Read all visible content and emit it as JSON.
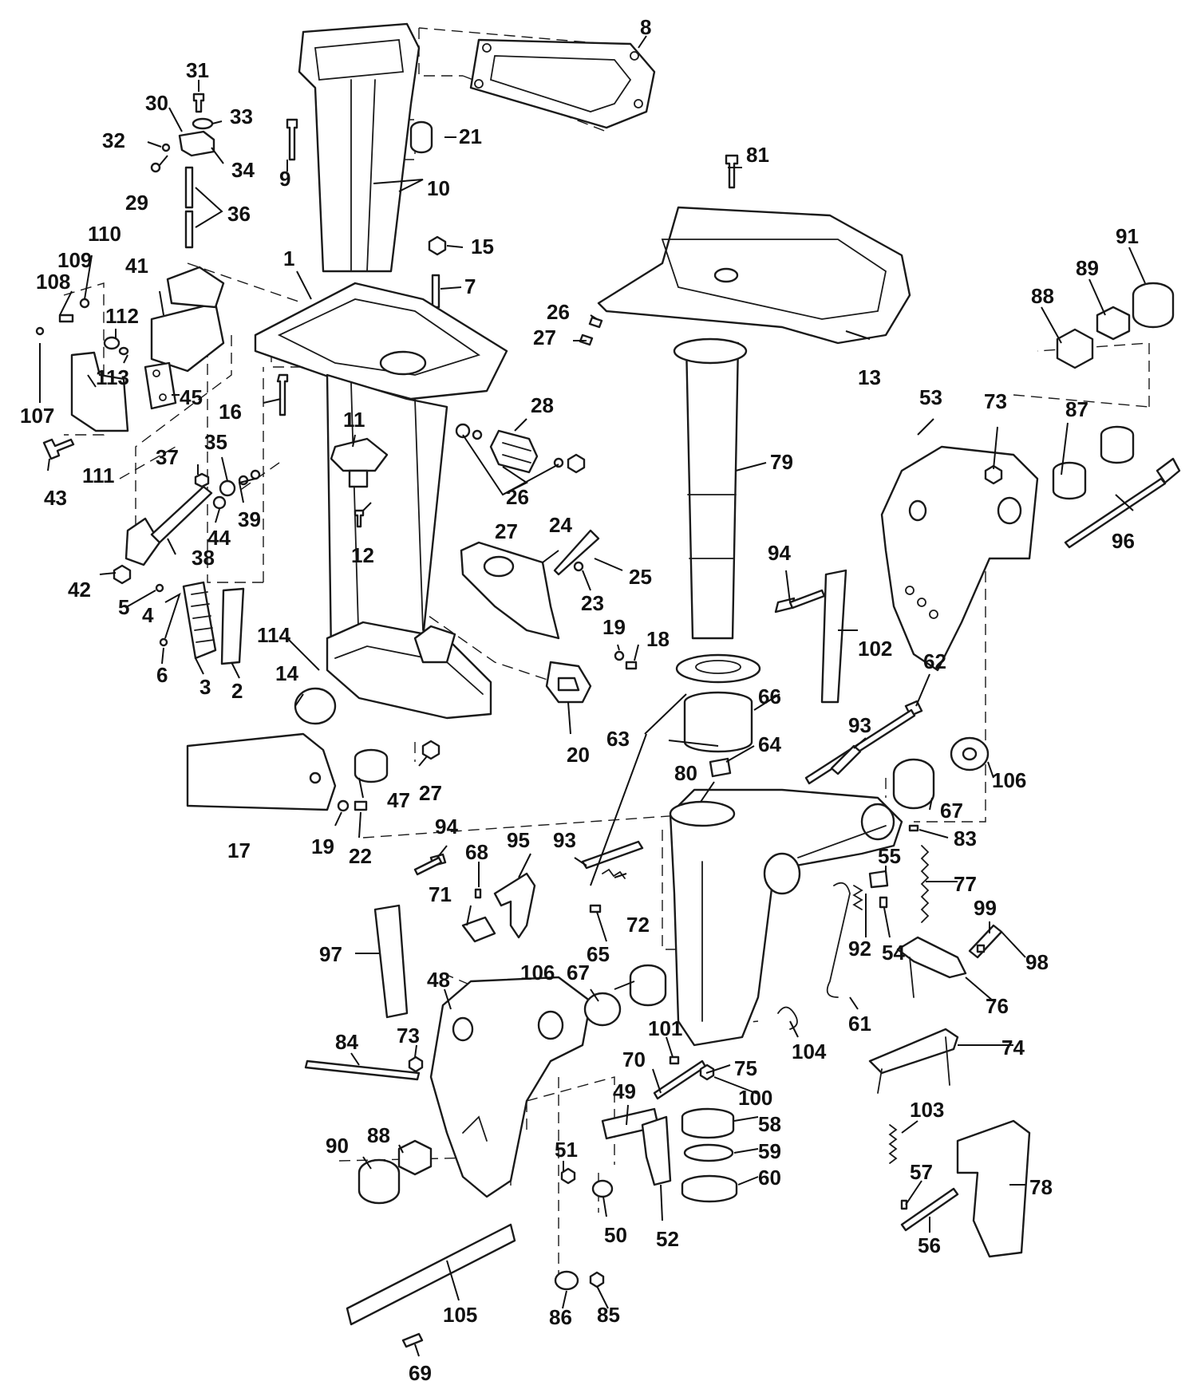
{
  "diagram": {
    "colors": {
      "ink": "#1a1a1a",
      "background": "#ffffff"
    },
    "callouts": {
      "c1": "1",
      "c2": "2",
      "c3": "3",
      "c4": "4",
      "c5": "5",
      "c6": "6",
      "c7": "7",
      "c8": "8",
      "c9": "9",
      "c10": "10",
      "c11": "11",
      "c12": "12",
      "c13": "13",
      "c14": "14",
      "c15": "15",
      "c16": "16",
      "c17": "17",
      "c18": "18",
      "c19": "19",
      "c19b": "19",
      "c20": "20",
      "c21": "21",
      "c22": "22",
      "c23": "23",
      "c24": "24",
      "c25": "25",
      "c26": "26",
      "c26b": "26",
      "c27": "27",
      "c27b": "27",
      "c27c": "27",
      "c28": "28",
      "c29": "29",
      "c30": "30",
      "c31": "31",
      "c32": "32",
      "c33": "33",
      "c34": "34",
      "c35": "35",
      "c36": "36",
      "c37": "37",
      "c38": "38",
      "c39": "39",
      "c41": "41",
      "c42": "42",
      "c43": "43",
      "c44": "44",
      "c45": "45",
      "c47": "47",
      "c48": "48",
      "c49": "49",
      "c50": "50",
      "c51": "51",
      "c52": "52",
      "c53": "53",
      "c54": "54",
      "c55": "55",
      "c56": "56",
      "c57": "57",
      "c58": "58",
      "c59": "59",
      "c60": "60",
      "c61": "61",
      "c62": "62",
      "c63": "63",
      "c64": "64",
      "c65": "65",
      "c66": "66",
      "c67": "67",
      "c67b": "67",
      "c68": "68",
      "c69": "69",
      "c70": "70",
      "c71": "71",
      "c72": "72",
      "c73": "73",
      "c73b": "73",
      "c74": "74",
      "c75": "75",
      "c76": "76",
      "c77": "77",
      "c78": "78",
      "c79": "79",
      "c80": "80",
      "c81": "81",
      "c83": "83",
      "c84": "84",
      "c85": "85",
      "c86": "86",
      "c87": "87",
      "c88": "88",
      "c88b": "88",
      "c89": "89",
      "c90": "90",
      "c91": "91",
      "c92": "92",
      "c93": "93",
      "c93b": "93",
      "c94": "94",
      "c94b": "94",
      "c95": "95",
      "c96": "96",
      "c97": "97",
      "c98": "98",
      "c99": "99",
      "c100": "100",
      "c101": "101",
      "c102": "102",
      "c103": "103",
      "c104": "104",
      "c105": "105",
      "c106": "106",
      "c106b": "106",
      "c107": "107",
      "c108": "108",
      "c109": "109",
      "c110": "110",
      "c111": "111",
      "c112": "112",
      "c113": "113",
      "c114": "114"
    }
  }
}
